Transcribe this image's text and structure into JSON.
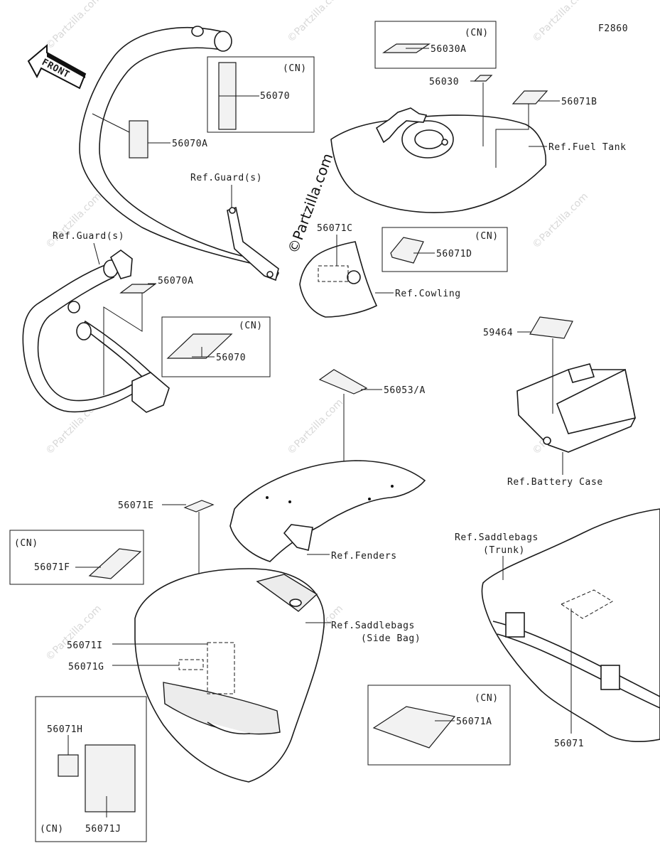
{
  "figure_code": "F2860",
  "front_arrow": "FRONT",
  "watermark_text": "©Partzilla.com",
  "callouts": {
    "cn_56030A": "(CN)",
    "c56030A": "56030A",
    "c56030": "56030",
    "c56071B": "56071B",
    "ref_fuel_tank": "Ref.Fuel Tank",
    "cn_56070_top": "(CN)",
    "c56070_top": "56070",
    "c56070A_top": "56070A",
    "ref_guards_top": "Ref.Guard(s)",
    "ref_guards_left": "Ref.Guard(s)",
    "c56070A_left": "56070A",
    "cn_56070_mid": "(CN)",
    "c56070_mid": "56070",
    "c56071C": "56071C",
    "cn_56071D": "(CN)",
    "c56071D": "56071D",
    "ref_cowling": "Ref.Cowling",
    "c59464": "59464",
    "ref_battery_case": "Ref.Battery Case",
    "c56053A": "56053/A",
    "ref_fenders": "Ref.Fenders",
    "c56071E": "56071E",
    "cn_56071F": "(CN)",
    "c56071F": "56071F",
    "ref_saddlebags_side_1": "Ref.Saddlebags",
    "ref_saddlebags_side_2": "(Side Bag)",
    "c56071I": "56071I",
    "c56071G": "56071G",
    "cn_56071H": "(CN)",
    "c56071H": "56071H",
    "c56071J": "56071J",
    "ref_saddlebags_trunk_1": "Ref.Saddlebags",
    "ref_saddlebags_trunk_2": "(Trunk)",
    "cn_56071A": "(CN)",
    "c56071A": "56071A",
    "c56071_trunk": "56071"
  }
}
